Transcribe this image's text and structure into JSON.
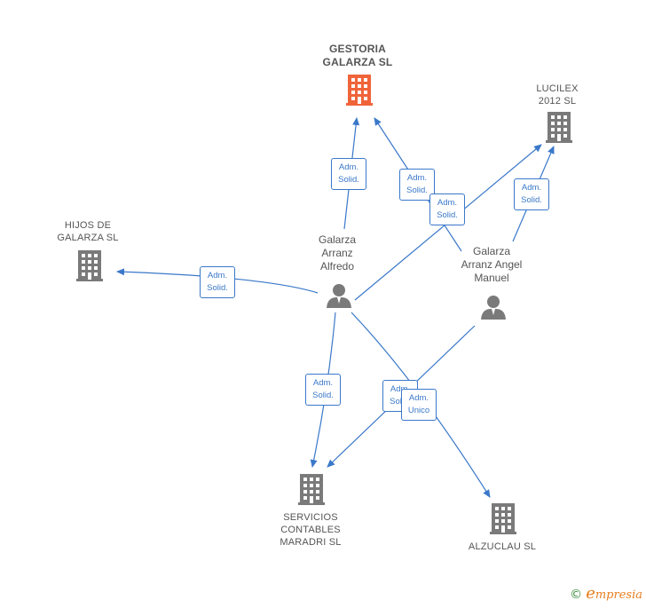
{
  "companies": {
    "gestoria": {
      "label": "GESTORIA\nGALARZA  SL",
      "color": "#f0643a",
      "icon": "building-icon"
    },
    "lucilex": {
      "label": "LUCILEX\n2012 SL",
      "color": "#7a7a7a",
      "icon": "building-icon"
    },
    "hijos": {
      "label": "HIJOS DE\nGALARZA SL",
      "color": "#7a7a7a",
      "icon": "building-icon"
    },
    "servicios": {
      "label": "SERVICIOS\nCONTABLES\nMARADRI SL",
      "color": "#7a7a7a",
      "icon": "building-icon"
    },
    "alzuclau": {
      "label": "ALZUCLAU  SL",
      "color": "#7a7a7a",
      "icon": "building-icon"
    }
  },
  "persons": {
    "alfredo": {
      "label": "Galarza\nArranz\nAlfredo",
      "color": "#7a7a7a",
      "icon": "person-icon"
    },
    "angel": {
      "label": "Galarza\nArranz Angel\nManuel",
      "color": "#7a7a7a",
      "icon": "person-icon"
    }
  },
  "roles": {
    "r1": "Adm.\nSolid.",
    "r2": "Adm.\nSolid.",
    "r3": "Adm.\nSolid.",
    "r4": "Adm.\nSolid.",
    "r5": "Adm.\nSolid.",
    "r6": "Adm.\nSolid.",
    "r7": "Adm.\nSolid.",
    "r8": "Adm.\nUnico"
  },
  "footer": {
    "copyright": "©",
    "brand_initial": "e",
    "brand_rest": "mpresia"
  },
  "colors": {
    "edge": "#3a78c9",
    "main_company": "#f0643a",
    "node": "#7a7a7a"
  }
}
